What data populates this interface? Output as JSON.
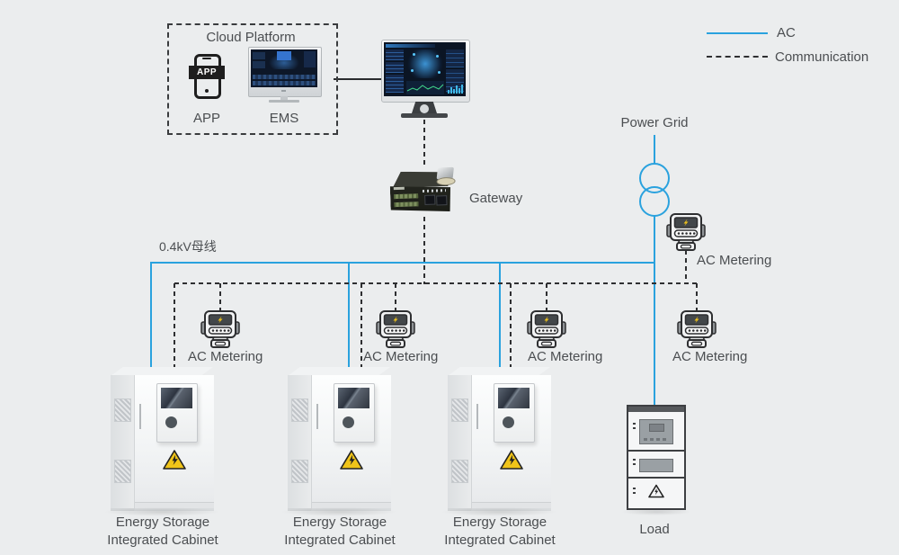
{
  "background_color": "#ebedee",
  "colors": {
    "ac_line": "#2aa2de",
    "communication_line": "#2e2f31",
    "warning_yellow": "#f0c419"
  },
  "legend": {
    "items": [
      {
        "label": "AC",
        "style": "solid-blue-line"
      },
      {
        "label": "Communication",
        "style": "dashed-black-line"
      }
    ]
  },
  "cloud_platform": {
    "title": "Cloud Platform",
    "app": {
      "icon_text": "APP",
      "label": "APP"
    },
    "ems": {
      "label": "EMS"
    }
  },
  "gateway": {
    "label": "Gateway"
  },
  "power_grid": {
    "label": "Power Grid"
  },
  "busbar_label": "0.4kV母线",
  "meters": [
    {
      "id": "grid-meter",
      "label": "AC Metering"
    },
    {
      "id": "cabinet-1-meter",
      "label": "AC Metering"
    },
    {
      "id": "cabinet-2-meter",
      "label": "AC Metering"
    },
    {
      "id": "cabinet-3-meter",
      "label": "AC Metering"
    },
    {
      "id": "load-meter",
      "label": "AC Metering"
    }
  ],
  "cabinets": [
    {
      "label_line1": "Energy Storage",
      "label_line2": "Integrated Cabinet"
    },
    {
      "label_line1": "Energy Storage",
      "label_line2": "Integrated Cabinet"
    },
    {
      "label_line1": "Energy Storage",
      "label_line2": "Integrated Cabinet"
    }
  ],
  "load": {
    "label": "Load"
  }
}
